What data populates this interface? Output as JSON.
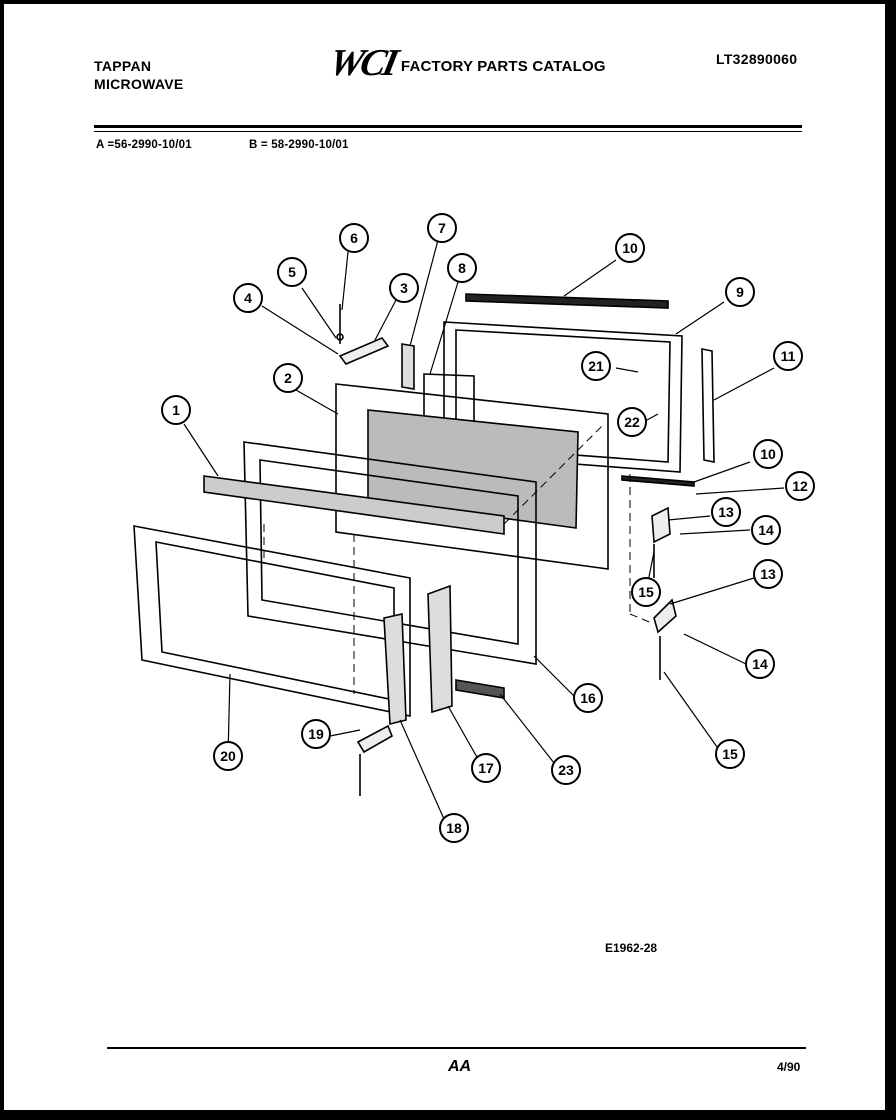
{
  "header": {
    "brand_line1": "TAPPAN",
    "brand_line2": "MICROWAVE",
    "logo_text": "WCI",
    "catalog_title": "FACTORY PARTS CATALOG",
    "catalog_number": "LT32890060"
  },
  "models": {
    "a": "A =56-2990-10/01",
    "b": "B = 58-2990-10/01"
  },
  "diagram": {
    "callouts": [
      "1",
      "2",
      "3",
      "4",
      "5",
      "6",
      "7",
      "8",
      "9",
      "10",
      "10",
      "11",
      "12",
      "13",
      "13",
      "14",
      "14",
      "15",
      "15",
      "16",
      "17",
      "18",
      "19",
      "20",
      "21",
      "22",
      "23"
    ],
    "drawing_id": "E1962-28"
  },
  "footer": {
    "page_code": "AA",
    "date": "4/90"
  }
}
